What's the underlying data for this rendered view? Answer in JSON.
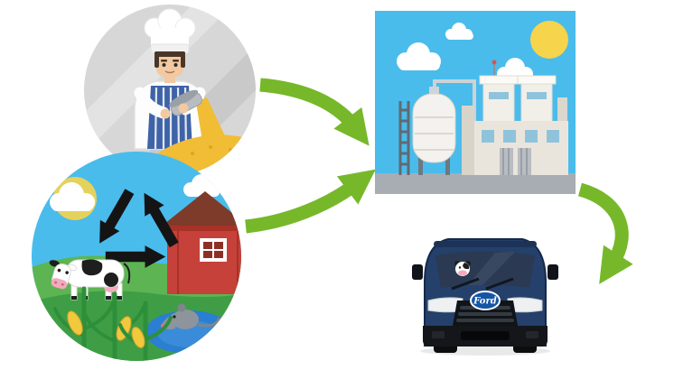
{
  "colors": {
    "background": "#ffffff",
    "arrow_green": "#76b82a",
    "sky_blue": "#49bcec",
    "sun_yellow": "#f6d44c",
    "cloud_white": "#ffffff",
    "factory_beige": "#e9e5dc",
    "tank_white": "#f4f2ee",
    "ground_gray": "#a7adb3",
    "barn_red": "#c5413a",
    "barn_roof_brown": "#7e3b2a",
    "field_green": "#5cb552",
    "field_green_dark": "#3f9e45",
    "corn_green": "#2e8f3a",
    "corn_yellow": "#f2c83c",
    "recycle_black": "#141414",
    "grain_yellow": "#f0bd35",
    "apron_blue": "#3f63a7",
    "skin": "#f2c9a1",
    "cow_white": "#ffffff",
    "pond_blue": "#2a7fd0",
    "rat_gray": "#8d949c",
    "van_navy": "#24406b",
    "van_black": "#14161a",
    "ford_blue": "#1455a4"
  },
  "van": {
    "logo_text": "Ford"
  },
  "nodes": [
    {
      "id": "baker",
      "name": "baker-pouring-grain-illustration"
    },
    {
      "id": "farm",
      "name": "farm-recycling-illustration"
    },
    {
      "id": "factory",
      "name": "processing-plant-illustration"
    },
    {
      "id": "van",
      "name": "ford-transit-van-illustration"
    }
  ],
  "edges": [
    {
      "from": "baker",
      "to": "factory"
    },
    {
      "from": "farm",
      "to": "factory"
    },
    {
      "from": "factory",
      "to": "van"
    }
  ]
}
